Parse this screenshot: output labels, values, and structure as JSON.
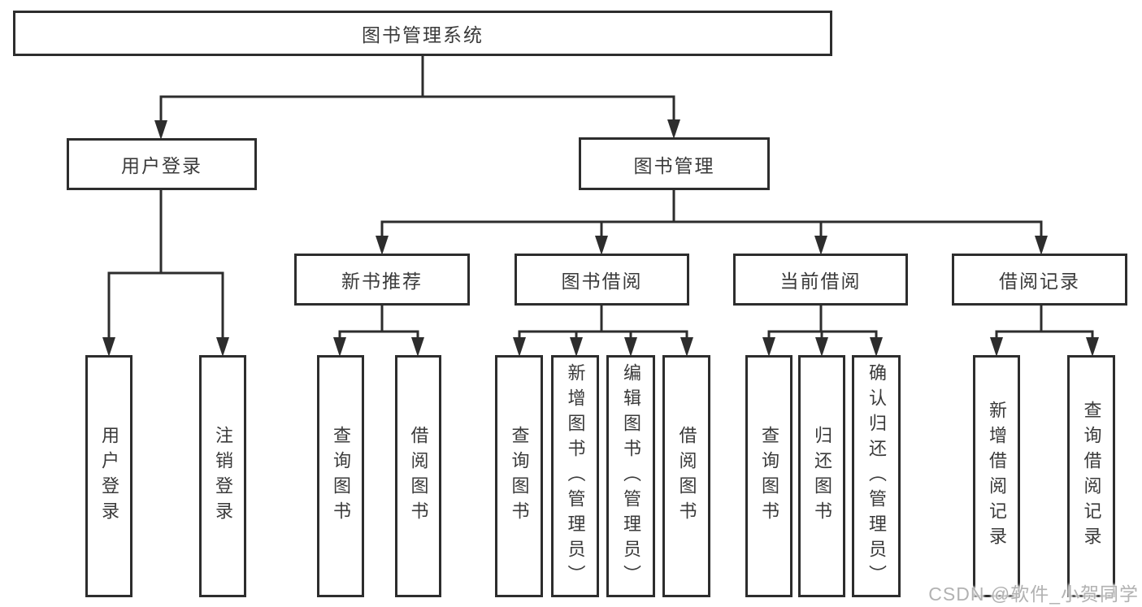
{
  "diagram": {
    "root": {
      "label": "图书管理系统"
    },
    "branches": [
      {
        "label": "用户登录",
        "children": [
          {
            "label": "用户登录"
          },
          {
            "label": "注销登录"
          }
        ]
      },
      {
        "label": "图书管理",
        "children": [
          {
            "label": "新书推荐",
            "children": [
              {
                "label": "查询图书"
              },
              {
                "label": "借阅图书"
              }
            ]
          },
          {
            "label": "图书借阅",
            "children": [
              {
                "label": "查询图书"
              },
              {
                "label": "新增图书（管理员）"
              },
              {
                "label": "编辑图书（管理员）"
              },
              {
                "label": "借阅图书"
              }
            ]
          },
          {
            "label": "当前借阅",
            "children": [
              {
                "label": "查询图书"
              },
              {
                "label": "归还图书"
              },
              {
                "label": "确认归还（管理员）"
              }
            ]
          },
          {
            "label": "借阅记录",
            "children": [
              {
                "label": "新增借阅记录"
              },
              {
                "label": "查询借阅记录"
              }
            ]
          }
        ]
      }
    ]
  },
  "watermark": {
    "text": "CSDN @软件_小贺同学"
  },
  "colors": {
    "line": "#2d2d2d",
    "box_border": "#2d2d2d",
    "text": "#3a3a3a",
    "watermark": "#b2b2b2",
    "background": "#ffffff"
  }
}
